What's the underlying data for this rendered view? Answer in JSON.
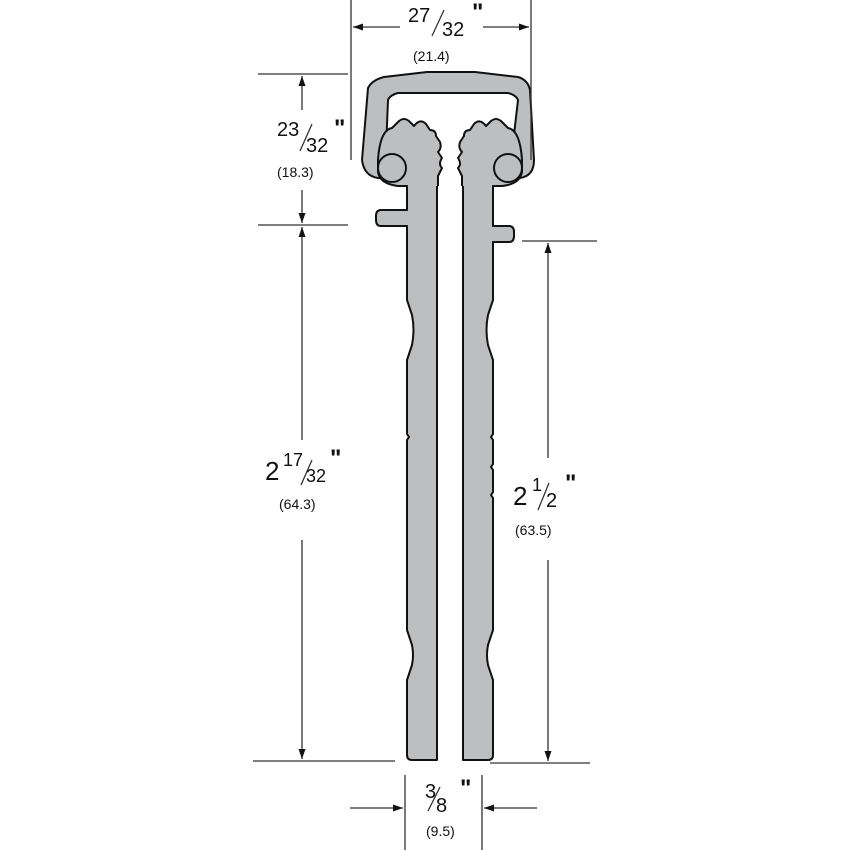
{
  "colors": {
    "profile_fill": "#bcbec0",
    "outline": "#111111",
    "dim_line": "#333333",
    "background": "#ffffff"
  },
  "dimensions": {
    "top_width": {
      "numerator": "27",
      "denominator": "32",
      "inch_mark": "\"",
      "metric": "(21.4)"
    },
    "cover_height": {
      "numerator": "23",
      "denominator": "32",
      "inch_mark": "\"",
      "metric": "(18.3)"
    },
    "left_leaf_length": {
      "whole": "2",
      "numerator": "17",
      "denominator": "32",
      "inch_mark": "\"",
      "metric": "(64.3)"
    },
    "right_leaf_length": {
      "whole": "2",
      "numerator": "1",
      "denominator": "2",
      "inch_mark": "\"",
      "metric": "(63.5)"
    },
    "bottom_width": {
      "numerator": "3",
      "denominator": "8",
      "inch_mark": "\"",
      "metric": "(9.5)"
    }
  }
}
